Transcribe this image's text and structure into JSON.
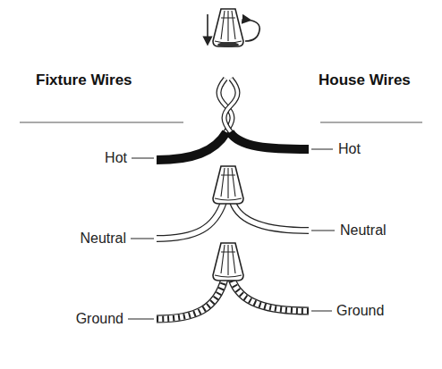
{
  "diagram": {
    "labels": [
      "Fixture Wires",
      "House Wires",
      "Hot",
      "Hot",
      "Neutral",
      "Neutral",
      "Ground",
      "Ground"
    ]
  }
}
